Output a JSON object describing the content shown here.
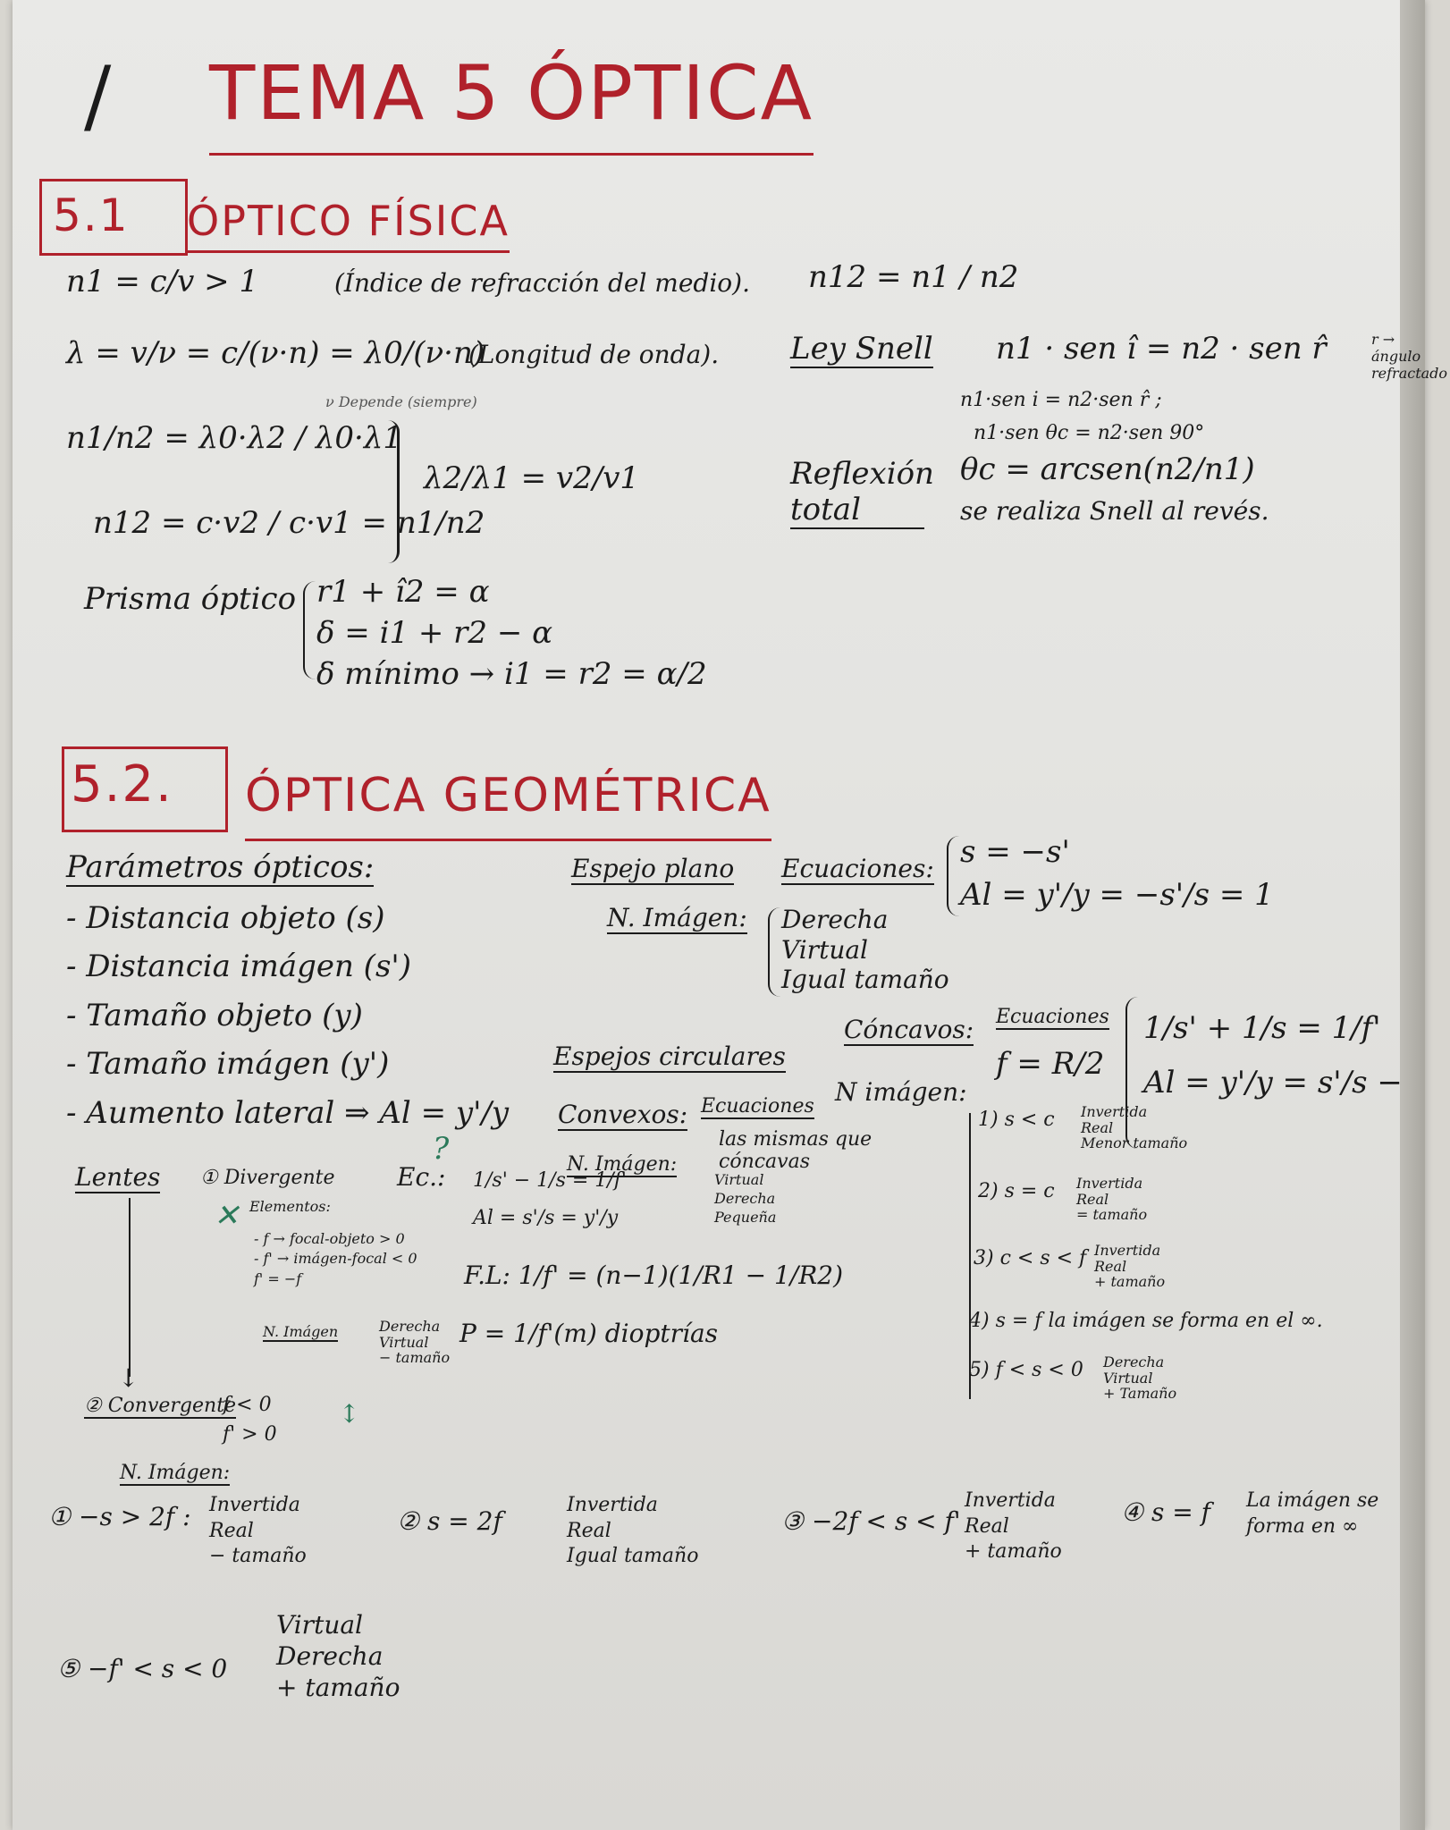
{
  "title": "TEMA 5 ÓPTICA",
  "section1": {
    "number": "5.1",
    "title": "ÓPTICO FÍSICA",
    "n1": "n1 = c/v > 1",
    "n1_note": "(Índice de refracción del medio).",
    "n12": "n12 = n1 / n2",
    "lambda": "λ = v/ν = c/(ν·n) = λ0/(ν·n)",
    "lambda_note": "(Longitud de onda).",
    "snell_label": "Ley Snell",
    "snell_eq": "n1 · sen î = n2 · sen r̂",
    "snell_note": "r → ángulo refractado",
    "snell_sub": "n1·sen i = n2·sen r̂ ;",
    "critical_eq": "n1·sen θc = n2·sen 90°",
    "reflexion_label": "Reflexión total",
    "reflexion_eq": "θc = arcsen(n2/n1)",
    "reflexion_note": "se realiza Snell al revés.",
    "freq_note": "ν Depende (siempre)",
    "ratio_eq": "n1/n2 = λ0·λ2 / λ0·λ1",
    "n12_eq": "n12 = c·v2 / c·v1 = n1/n2",
    "lambda_ratio": "λ2/λ1 = v2/v1",
    "prism_label": "Prisma óptico",
    "prism_eqs": [
      "r1 + î2 = α",
      "δ = i1 + r2 − α",
      "δ mínimo → i1 = r2 = α/2"
    ]
  },
  "section2": {
    "number": "5.2.",
    "title": "ÓPTICA GEOMÉTRICA",
    "params_label": "Parámetros ópticos:",
    "params": [
      "- Distancia objeto (s)",
      "- Distancia imágen (s')",
      "- Tamaño objeto (y)",
      "- Tamaño imágen (y')",
      "- Aumento lateral ⇒ Al = y'/y"
    ],
    "plane_mirror": {
      "label": "Espejo plano",
      "eq_label": "Ecuaciones:",
      "eqs": [
        "s = −s'",
        "Al = y'/y = −s'/s = 1"
      ],
      "image_label": "N. Imágen:",
      "image": [
        "Derecha",
        "Virtual",
        "Igual tamaño"
      ]
    },
    "circular_mirrors": {
      "label": "Espejos circulares",
      "concave_label": "Cóncavos:",
      "eq_label": "Ecuaciones",
      "focal": "f = R/2",
      "eqs": [
        "1/s' + 1/s = 1/f'",
        "Al = y'/y = s'/s −"
      ],
      "image_label": "N imágen:",
      "cases": [
        {
          "n": "1",
          "cond": "s < c",
          "props": [
            "Invertida",
            "Real",
            "Menor tamaño"
          ]
        },
        {
          "n": "2",
          "cond": "s = c",
          "props": [
            "Invertida",
            "Real",
            "= tamaño"
          ]
        },
        {
          "n": "3",
          "cond": "c < s < f",
          "props": [
            "Invertida",
            "Real",
            "+ tamaño"
          ]
        },
        {
          "n": "4",
          "cond": "s = f",
          "props": [
            "la imágen se forma en el ∞."
          ]
        },
        {
          "n": "5",
          "cond": "f < s < 0",
          "props": [
            "Derecha",
            "Virtual",
            "+ Tamaño"
          ]
        }
      ],
      "convex_label": "Convexos:",
      "convex_eq_label": "Ecuaciones",
      "convex_eq_note": "las mismas que cóncavas",
      "convex_image_label": "N. Imágen:",
      "convex_image": [
        "Virtual",
        "Derecha",
        "Pequeña"
      ]
    },
    "lenses": {
      "label": "Lentes",
      "divergent": "① Divergente",
      "eq_label": "Ec.:",
      "eqs": [
        "1/s' − 1/s = 1/f'",
        "Al = s'/s = y'/y"
      ],
      "fl_eq": "F.L: 1/f' = (n−1)(1/R1 − 1/R2)",
      "elements_label": "Elementos:",
      "elements": [
        "- f → focal-objeto > 0",
        "- f' → imágen-focal < 0",
        "f' = −f"
      ],
      "image_label": "N. Imágen",
      "image": [
        "Derecha",
        "Virtual",
        "− tamaño"
      ],
      "power": "P = 1/f'(m) dioptrías",
      "convergent": "② Convergente",
      "convergent_cond": [
        "f < 0",
        "f' > 0"
      ],
      "convergent_image_label": "N. Imágen:",
      "cases": [
        {
          "n": "①",
          "cond": "−s > 2f :",
          "props": [
            "Invertida",
            "Real",
            "− tamaño"
          ]
        },
        {
          "n": "②",
          "cond": "s = 2f",
          "props": [
            "Invertida",
            "Real",
            "Igual tamaño"
          ]
        },
        {
          "n": "③",
          "cond": "−2f < s < f'",
          "props": [
            "Invertida",
            "Real",
            "+ tamaño"
          ]
        },
        {
          "n": "④",
          "cond": "s = f",
          "props": [
            "La imágen se",
            "forma en ∞"
          ]
        },
        {
          "n": "⑤",
          "cond": "−f' < s < 0",
          "props": [
            "Virtual",
            "Derecha",
            "+ tamaño"
          ]
        }
      ]
    }
  }
}
